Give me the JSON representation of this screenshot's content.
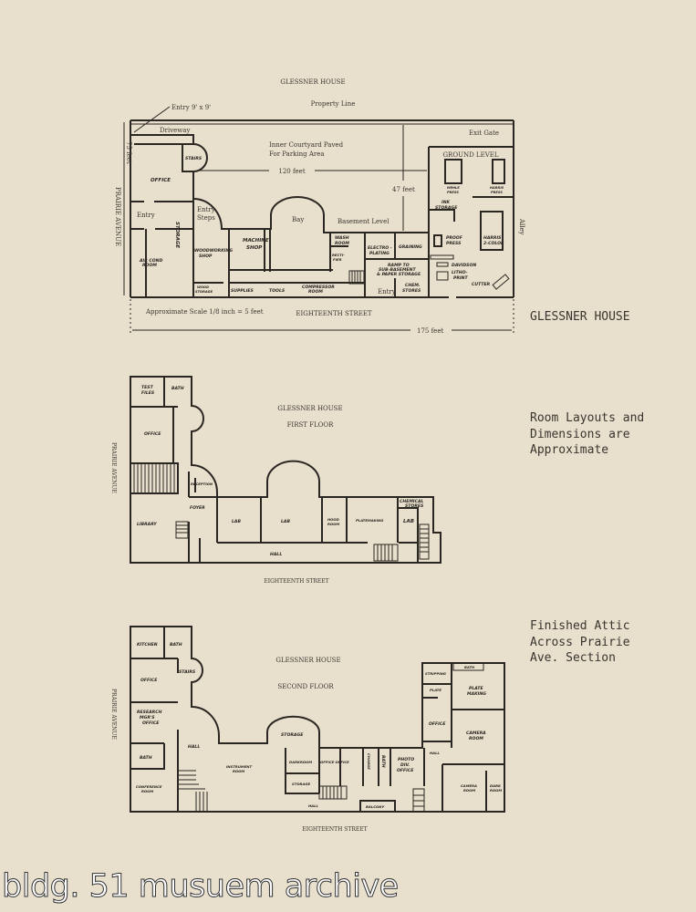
{
  "page": {
    "side_notes": {
      "title": "GLESSNER HOUSE",
      "layouts_note": "Room Layouts and\nDimensions are\nApproximate",
      "attic_note": "Finished Attic\nAcross Prairie\nAve. Section"
    },
    "watermark": "bldg. 51 musuem archive"
  },
  "ground_level": {
    "title": "GLESSNER HOUSE",
    "entry_note": "Entry 9' x 9'",
    "property_line": "Property Line",
    "driveway": "Driveway",
    "exit_gate": "Exit Gate",
    "courtyard": [
      "Inner Courtyard Paved",
      "For Parking Area"
    ],
    "dim_75": "75 feet",
    "dim_120": "120 feet",
    "dim_47": "47 feet",
    "dim_175": "175 feet",
    "prairie": "PRAIRIE AVENUE",
    "alley": "Alley",
    "ground_level_label": "GROUND LEVEL",
    "basement_level": "Basement Level",
    "scale": "Approximate Scale 1/8 inch = 5 feet",
    "street": "EIGHTEENTH STREET",
    "rooms": {
      "stairs": "STAIRS",
      "office": "OFFICE",
      "entry": "Entry",
      "entry_steps": [
        "Entry",
        "Steps"
      ],
      "storage": "STORAGE",
      "air_cond": [
        "AIR COND",
        "ROOM"
      ],
      "woodworking": [
        "WOODWORKING",
        "SHOP"
      ],
      "wood_storage": [
        "WOOD",
        "STORAGE"
      ],
      "machine_shop": [
        "MACHINE",
        "SHOP"
      ],
      "bay": "Bay",
      "supplies": "SUPPLIES",
      "tools": "TOOLS",
      "compressor": [
        "COMPRESSOR",
        "ROOM"
      ],
      "wash_room": [
        "WASH",
        "ROOM"
      ],
      "rectifier": [
        "RECTI-",
        "FIER"
      ],
      "electroplating": [
        "ELECTRO -",
        "PLATING"
      ],
      "graining": "GRAINING",
      "ramp": [
        "RAMP TO",
        "SUB-BASEMENT",
        "& PAPER STORAGE"
      ],
      "entry2": "Entry",
      "chem_stores": [
        "CHEM.",
        "STORES"
      ],
      "mehle_press": [
        "MEHLE",
        "PRESS"
      ],
      "harris_press": [
        "HARRIS",
        "PRESS"
      ],
      "ink_storage": [
        "INK",
        "STORAGE"
      ],
      "proof_press": [
        "PROOF",
        "PRESS"
      ],
      "harris_2color": [
        "HARRIS",
        "2-COLOR"
      ],
      "davidson": "DAVIDSON",
      "litho_print": [
        "LITHO-",
        "PRINT"
      ],
      "cutter": "CUTTER"
    }
  },
  "first_floor": {
    "title": "GLESSNER HOUSE",
    "subtitle": "FIRST FLOOR",
    "prairie": "PRAIRIE AVENUE",
    "street": "EIGHTEENTH STREET",
    "rooms": {
      "test_files": [
        "TEST",
        "FILES"
      ],
      "bath": "BATH",
      "office": "OFFICE",
      "reception": "RECEPTION",
      "foyer": "FOYER",
      "library": "LIBRARY",
      "lab1": "LAB",
      "lab2": "LAB",
      "hood_room": [
        "HOOD",
        "ROOM"
      ],
      "platemaking": "PLATEMAKING",
      "chemical_stores": [
        "CHEMICAL",
        "STORES"
      ],
      "lab3": "LAB",
      "hall": "HALL"
    }
  },
  "second_floor": {
    "title": "GLESSNER HOUSE",
    "subtitle": "SECOND FLOOR",
    "prairie": "PRAIRIE AVENUE",
    "street": "EIGHTEENTH STREET",
    "rooms": {
      "kitchen": "KITCHEN",
      "bath1": "BATH",
      "stairs": "STAIRS",
      "office1": "OFFICE",
      "research": [
        "RESEARCH",
        "MGR'S",
        "OFFICE"
      ],
      "hall1": "HALL",
      "bath2": "BATH",
      "conference": [
        "CONFERENCE",
        "ROOM"
      ],
      "instrument": [
        "INSTRUMENT",
        "ROOM"
      ],
      "storage1": "STORAGE",
      "darkroom": "DARKROOM",
      "offices": "OFFICE OFFICE",
      "change": "CHANGE",
      "bath3": "BATH",
      "photo_div": [
        "PHOTO",
        "DIV.",
        "OFFICE"
      ],
      "storage2": "STORAGE",
      "hall2": "HALL",
      "balcony": "BALCONY",
      "stripping": "STRIPPING",
      "bath4": "BATH",
      "plate": "PLATE",
      "plate_making": [
        "PLATE",
        "MAKING"
      ],
      "office2": "OFFICE",
      "camera1": [
        "CAMERA",
        "ROOM"
      ],
      "hall3": "HALL",
      "camera2": [
        "CAMERA",
        "ROOM"
      ],
      "dark_room": [
        "DARK",
        "ROOM"
      ]
    }
  }
}
